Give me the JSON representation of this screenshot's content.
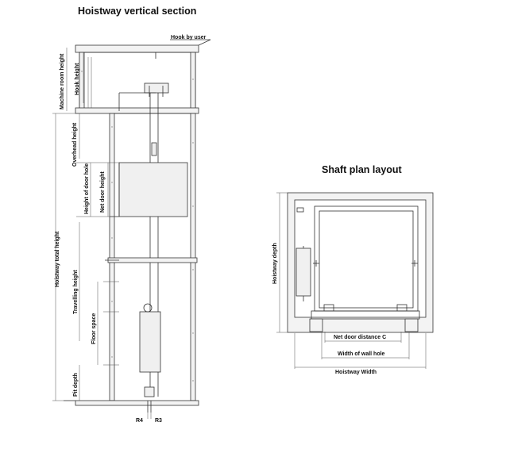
{
  "section": {
    "title": "Hoistway vertical section",
    "labels": {
      "hook_by_user": "Hook by user",
      "machine_room_height": "Machine room height",
      "hook_height": "Hook height",
      "overhead_height": "Overhead height",
      "height_of_door_hole": "Height of door hole",
      "net_door_height": "Net door height",
      "hoistway_total_height": "Hoistway total height",
      "travelling_height": "Travelling height",
      "floor_space": "Floor space",
      "pit_depth": "Pit depth",
      "r4": "R4",
      "r3": "R3"
    }
  },
  "plan": {
    "title": "Shaft plan  layout",
    "labels": {
      "hoistway_depth": "Hoistway depth",
      "net_door_distance": "Net door distance C",
      "width_of_wall_hole": "Width of wall hole",
      "hoistway_width": "Hoistway Width"
    }
  }
}
